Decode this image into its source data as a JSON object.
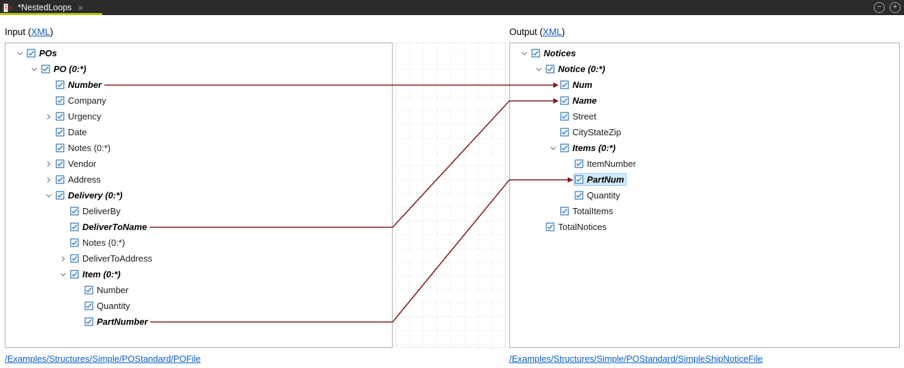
{
  "titlebar": {
    "tab_title": "*NestedLoops",
    "close_glyph": "×",
    "window_buttons": [
      {
        "name": "collapse-button",
        "glyph": "−"
      },
      {
        "name": "expand-button",
        "glyph": "+"
      }
    ]
  },
  "input_pane": {
    "header_prefix": "Input (",
    "header_link": "XML",
    "header_suffix": ")",
    "footer_link": "/Examples/Structures/Simple/POStandard/POFile"
  },
  "output_pane": {
    "header_prefix": "Output (",
    "header_link": "XML",
    "header_suffix": ")",
    "footer_link": "/Examples/Structures/Simple/POStandard/SimpleShipNoticeFile"
  },
  "input_tree": {
    "rows": [
      {
        "id": "pos",
        "label": "POs",
        "depth": 0,
        "chevron": "expanded",
        "bold": true
      },
      {
        "id": "po",
        "label": "PO (0:*)",
        "depth": 1,
        "chevron": "expanded",
        "bold": true
      },
      {
        "id": "number",
        "label": "Number",
        "depth": 2,
        "chevron": "none",
        "bold": true
      },
      {
        "id": "company",
        "label": "Company",
        "depth": 2,
        "chevron": "none",
        "bold": false
      },
      {
        "id": "urgency",
        "label": "Urgency",
        "depth": 2,
        "chevron": "collapsed",
        "bold": false
      },
      {
        "id": "date",
        "label": "Date",
        "depth": 2,
        "chevron": "none",
        "bold": false
      },
      {
        "id": "notes-po",
        "label": "Notes (0:*)",
        "depth": 2,
        "chevron": "none",
        "bold": false
      },
      {
        "id": "vendor",
        "label": "Vendor",
        "depth": 2,
        "chevron": "collapsed",
        "bold": false
      },
      {
        "id": "address",
        "label": "Address",
        "depth": 2,
        "chevron": "collapsed",
        "bold": false
      },
      {
        "id": "delivery",
        "label": "Delivery (0:*)",
        "depth": 2,
        "chevron": "expanded",
        "bold": true
      },
      {
        "id": "deliverby",
        "label": "DeliverBy",
        "depth": 3,
        "chevron": "none",
        "bold": false
      },
      {
        "id": "delivertoname",
        "label": "DeliverToName",
        "depth": 3,
        "chevron": "none",
        "bold": true
      },
      {
        "id": "notes-delivery",
        "label": "Notes (0:*)",
        "depth": 3,
        "chevron": "none",
        "bold": false
      },
      {
        "id": "delivertoaddress",
        "label": "DeliverToAddress",
        "depth": 3,
        "chevron": "collapsed",
        "bold": false
      },
      {
        "id": "item",
        "label": "Item (0:*)",
        "depth": 3,
        "chevron": "expanded",
        "bold": true
      },
      {
        "id": "item-number",
        "label": "Number",
        "depth": 4,
        "chevron": "none",
        "bold": false
      },
      {
        "id": "item-quantity",
        "label": "Quantity",
        "depth": 4,
        "chevron": "none",
        "bold": false
      },
      {
        "id": "partnumber",
        "label": "PartNumber",
        "depth": 4,
        "chevron": "none",
        "bold": true
      }
    ]
  },
  "output_tree": {
    "rows": [
      {
        "id": "notices",
        "label": "Notices",
        "depth": 0,
        "chevron": "expanded",
        "bold": true
      },
      {
        "id": "notice",
        "label": "Notice (0:*)",
        "depth": 1,
        "chevron": "expanded",
        "bold": true
      },
      {
        "id": "num",
        "label": "Num",
        "depth": 2,
        "chevron": "none",
        "bold": true
      },
      {
        "id": "name",
        "label": "Name",
        "depth": 2,
        "chevron": "none",
        "bold": true
      },
      {
        "id": "street",
        "label": "Street",
        "depth": 2,
        "chevron": "none",
        "bold": false
      },
      {
        "id": "citystatezip",
        "label": "CityStateZip",
        "depth": 2,
        "chevron": "none",
        "bold": false
      },
      {
        "id": "items",
        "label": "Items (0:*)",
        "depth": 2,
        "chevron": "expanded",
        "bold": true
      },
      {
        "id": "itemnumber",
        "label": "ItemNumber",
        "depth": 3,
        "chevron": "none",
        "bold": false
      },
      {
        "id": "partnum",
        "label": "PartNum",
        "depth": 3,
        "chevron": "none",
        "bold": true,
        "selected": true
      },
      {
        "id": "out-quantity",
        "label": "Quantity",
        "depth": 3,
        "chevron": "none",
        "bold": false
      },
      {
        "id": "totalitems",
        "label": "TotalItems",
        "depth": 2,
        "chevron": "none",
        "bold": false
      },
      {
        "id": "totalnotices",
        "label": "TotalNotices",
        "depth": 1,
        "chevron": "none",
        "bold": false
      }
    ]
  },
  "connections": [
    {
      "from": "number",
      "to": "num"
    },
    {
      "from": "delivertoname",
      "to": "name"
    },
    {
      "from": "partnumber",
      "to": "partnum"
    }
  ],
  "colors": {
    "tab_accent": "#bcc700",
    "connection": "#7a1f1f",
    "selection_bg": "#cfe8fb",
    "link": "#0a5dc2",
    "icon_blue": "#2f76b5"
  }
}
